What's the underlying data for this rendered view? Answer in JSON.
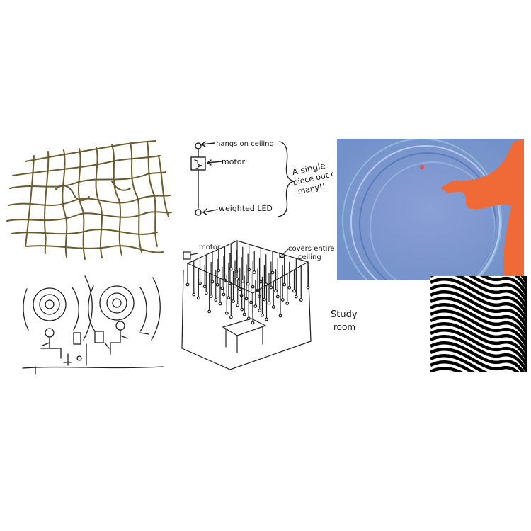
{
  "collage": {
    "mesh_sketch": {},
    "speaker_sketch": {},
    "pendant_sketch": {
      "label_hang": "hangs on ceiling",
      "label_motor": "motor",
      "label_led": "weighted LED",
      "note_line1": "A single",
      "note_line2": "piece out of",
      "note_line3": "many!!"
    },
    "ceiling_sketch": {
      "label_motor": "motor",
      "label_covers_line1": "covers entire",
      "label_covers_line2": "ceiling",
      "label_room_line1": "Study",
      "label_room_line2": "room"
    },
    "ripple_photo": {
      "colors": {
        "background": "#7f9ad2",
        "arm": "#f06a37",
        "ring": "#c6d8f2"
      }
    },
    "moire_pattern": {
      "colors": {
        "stripe": "#000000",
        "background": "#ffffff"
      }
    }
  }
}
